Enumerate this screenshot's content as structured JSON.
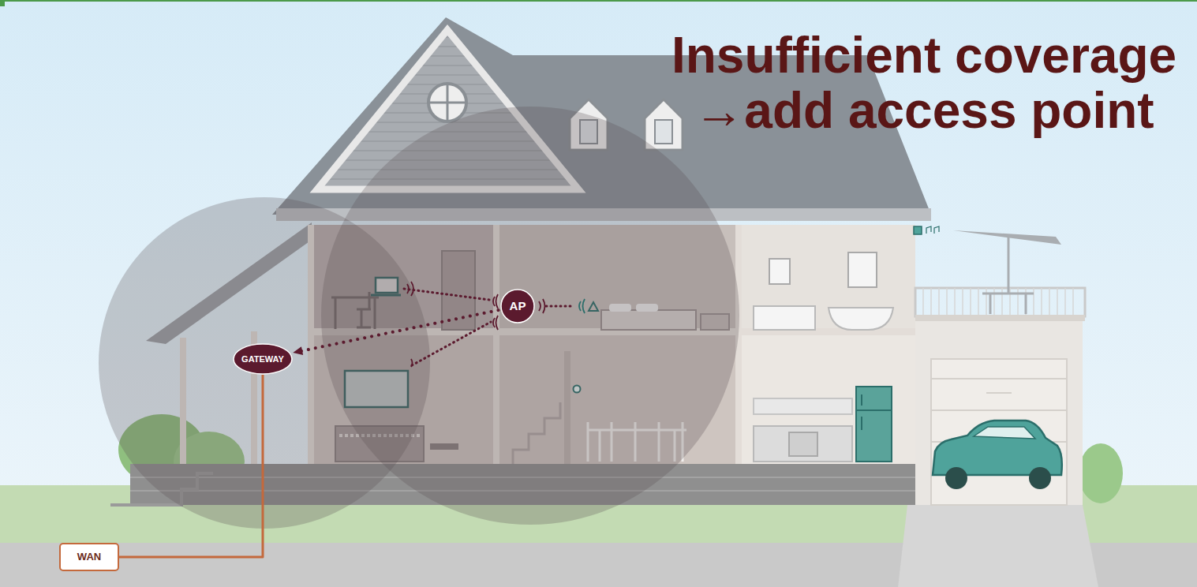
{
  "diagram": {
    "title": "Insufficient coverage →add access point",
    "nodes": [
      {
        "text": [
          "AP"
        ]
      },
      {
        "text": [
          "GATEWAY"
        ]
      },
      {
        "text": [
          "WAN"
        ]
      }
    ],
    "edges": [
      {
        "from": 0,
        "to": 1,
        "arrow": "to"
      },
      {
        "from": 2,
        "to": 1,
        "arrow": "none"
      }
    ]
  }
}
